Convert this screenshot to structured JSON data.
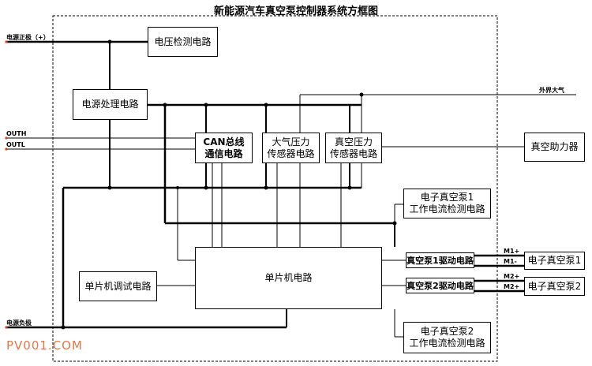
{
  "title": "新能源汽车真空泵控制器系统方框图",
  "blocks": {
    "voltage_detect": "电压检测电路",
    "power_proc": "电源处理电路",
    "can": "CAN总线\n通信电路",
    "atm_sensor": "大气压力\n传感器电路",
    "vac_sensor": "真空压力\n传感器电路",
    "booster": "真空助力器",
    "pump1_current": "电子真空泵1\n工作电流检测电路",
    "mcu": "单片机电路",
    "debug": "单片机调试电路",
    "pump1_drive": "真空泵1驱动电路",
    "pump2_drive": "真空泵2驱动电路",
    "pump1": "电子真空泵1",
    "pump2": "电子真空泵2",
    "pump2_current": "电子真空泵2\n工作电流检测电路"
  },
  "labels": {
    "power_pos": "电源正极（+）",
    "power_neg": "电源负极",
    "outh": "OUTH",
    "outl": "OUTL",
    "outside_air": "外界大气",
    "m1p": "M1+",
    "m1n": "M1-",
    "m2p": "M2+",
    "m2n": "M2+"
  },
  "watermark": "PV001.COM"
}
